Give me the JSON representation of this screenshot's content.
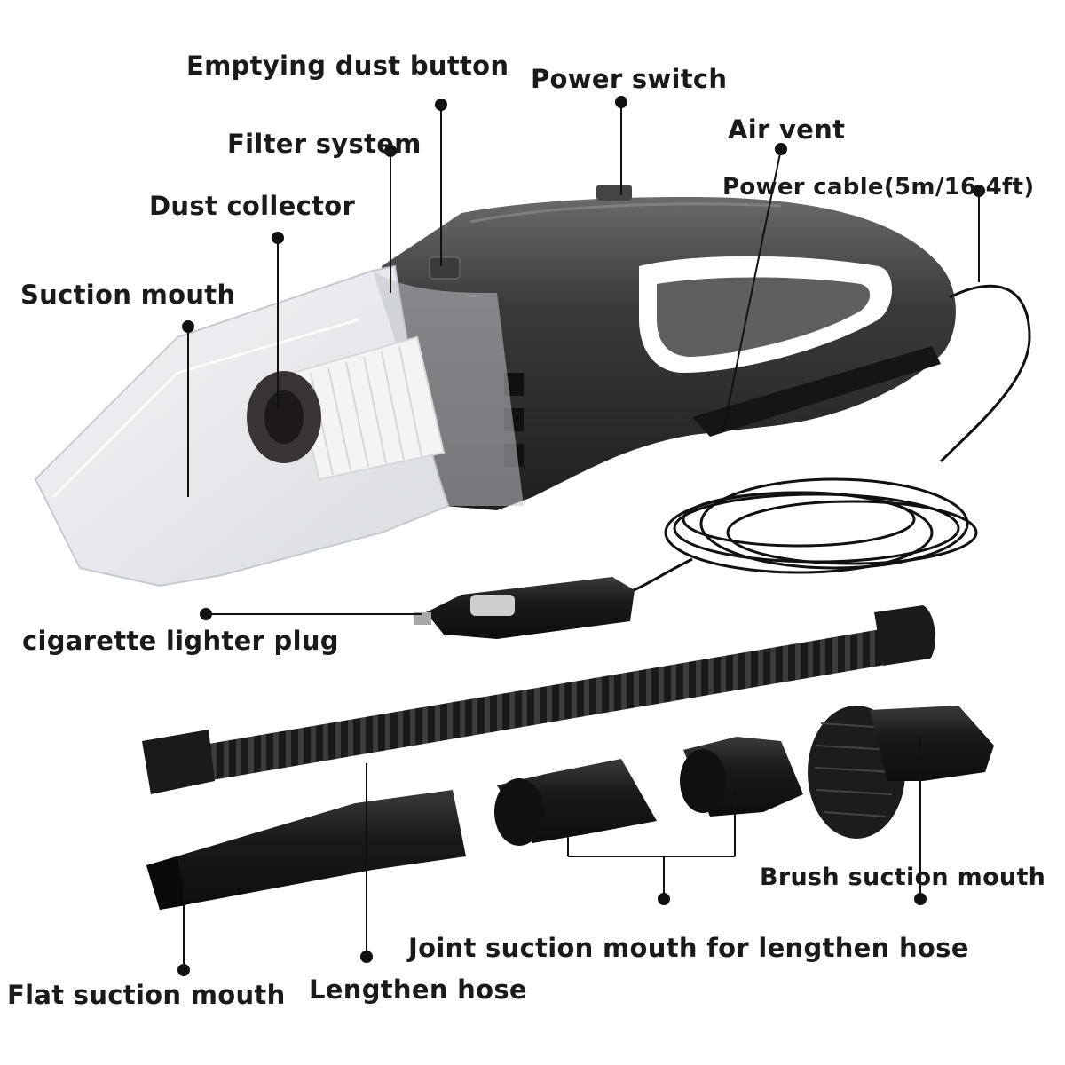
{
  "labels": {
    "emptying_dust_button": "Emptying dust button",
    "power_switch": "Power switch",
    "air_vent": "Air vent",
    "filter_system": "Filter system",
    "power_cable": "Power cable(5m/16.4ft)",
    "dust_collector": "Dust collector",
    "suction_mouth": "Suction mouth",
    "cigarette_lighter_plug": "cigarette lighter plug",
    "brush_suction_mouth": "Brush suction mouth",
    "joint_suction_mouth": "Joint suction mouth for lengthen hose",
    "flat_suction_mouth": "Flat suction mouth",
    "lengthen_hose": "Lengthen hose"
  },
  "colors": {
    "body": "#2b2b2b",
    "body_highlight": "#5a5a5a",
    "accessory": "#1c1c1c",
    "transparent_nozzle": "#e9ebee",
    "filter": "#f4f4f4",
    "leader_line": "#111111"
  }
}
